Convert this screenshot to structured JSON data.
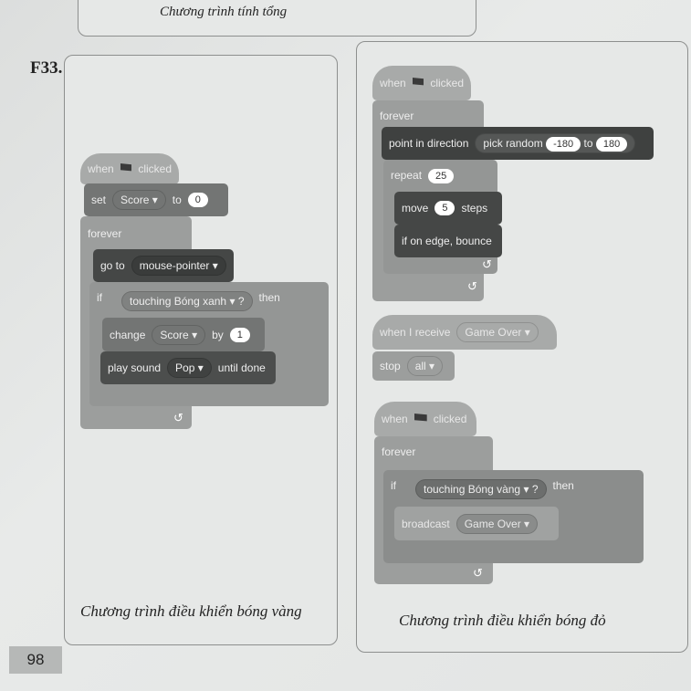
{
  "top_caption": "Chương trình tính tổng",
  "figure_label": "F33.",
  "page_number": "98",
  "left": {
    "caption": "Chương trình điều khiển bóng vàng",
    "when": "when",
    "clicked": "clicked",
    "set": "set",
    "score": "Score",
    "to": "to",
    "zero": "0",
    "forever": "forever",
    "goto": "go to",
    "mouse_pointer": "mouse-pointer",
    "if": "if",
    "touching": "touching",
    "bong_xanh": "Bóng xanh",
    "q": "?",
    "then": "then",
    "change": "change",
    "by": "by",
    "one": "1",
    "play_sound": "play sound",
    "pop": "Pop",
    "until_done": "until done"
  },
  "right": {
    "caption": "Chương trình điều khiển bóng đỏ",
    "s1": {
      "when": "when",
      "clicked": "clicked",
      "forever": "forever",
      "point": "point in direction",
      "pick_random": "pick random",
      "from": "-180",
      "to": "to",
      "to_val": "180",
      "repeat": "repeat",
      "repeat_n": "25",
      "move": "move",
      "steps_n": "5",
      "steps": "steps",
      "bounce": "if on edge, bounce"
    },
    "s2": {
      "when_receive": "when I receive",
      "message": "Game Over",
      "stop": "stop",
      "all": "all"
    },
    "s3": {
      "when": "when",
      "clicked": "clicked",
      "forever": "forever",
      "if": "if",
      "touching": "touching",
      "bong_vang": "Bóng vàng",
      "q": "?",
      "then": "then",
      "broadcast": "broadcast",
      "message": "Game Over"
    }
  }
}
